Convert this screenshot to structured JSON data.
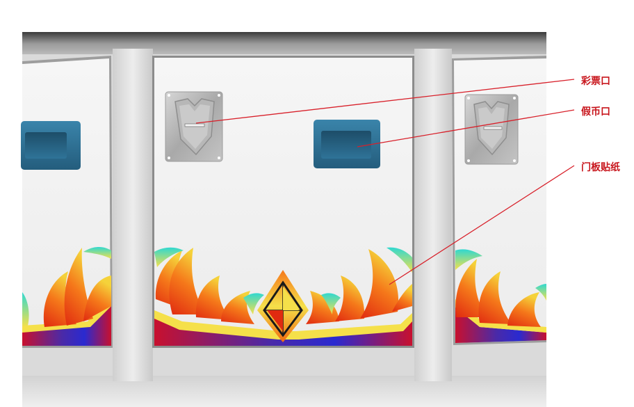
{
  "callouts": [
    {
      "id": "lottery",
      "label": "彩票口"
    },
    {
      "id": "coin",
      "label": "假币口"
    },
    {
      "id": "sticker",
      "label": "门板贴纸"
    }
  ],
  "colors": {
    "callout_line": "#d8202a",
    "callout_text": "#c8161d",
    "panel_blue": "#2d6f93",
    "panel_white": "#f3f3f3",
    "cabinet_grey": "#d6d6d6",
    "flame_orange": "#f06a10",
    "flame_yellow": "#f5e04a",
    "flame_cyan": "#30d8d0",
    "base_purple": "#4a2aa8",
    "base_red": "#c8102e"
  },
  "icons": {
    "ticket_slot": "ticket-dispenser-icon",
    "coin_reject": "coin-return-icon"
  }
}
